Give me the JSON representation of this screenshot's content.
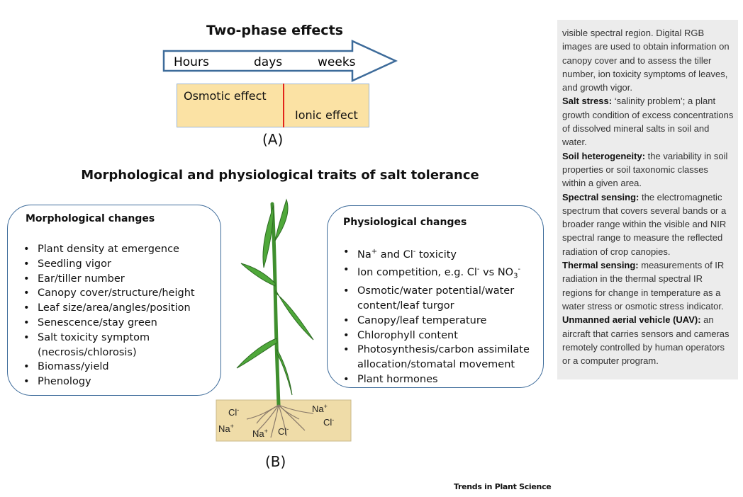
{
  "part_a": {
    "title": "Two-phase effects",
    "timeline": {
      "hours": "Hours",
      "days": "days",
      "weeks": "weeks"
    },
    "osmotic_effect": "Osmotic effect",
    "ionic_effect": "Ionic effect",
    "panel_label": "(A)"
  },
  "part_b": {
    "title": "Morphological and physiological traits of salt tolerance",
    "panel_label": "(B)",
    "morphological": {
      "heading": "Morphological changes",
      "items": [
        "Plant density at emergence",
        "Seedling vigor",
        "Ear/tiller number",
        "Canopy cover/structure/height",
        "Leaf size/area/angles/position",
        "Senescence/stay green",
        "Salt toxicity symptom",
        "(necrosis/chlorosis)",
        "Biomass/yield",
        "Phenology"
      ]
    },
    "physiological": {
      "heading": "Physiological changes",
      "item1": {
        "na": "Na",
        "sup1": "+",
        "mid": " and Cl",
        "sup2": "-",
        "end": " toxicity"
      },
      "item2": {
        "text": "Ion competition, e.g. Cl",
        "sup": "-",
        "vs": " vs NO",
        "sub": "3",
        "sup2": "-"
      },
      "items_rest": [
        "Osmotic/water potential/water",
        "content/leaf turgor",
        "Canopy/leaf temperature",
        "Chlorophyll content",
        "Photosynthesis/carbon assimilate",
        "allocation/stomatal movement",
        "Plant hormones"
      ]
    },
    "soil_ions": {
      "cl": "Cl",
      "na": "Na",
      "minus": "-",
      "plus": "+"
    }
  },
  "glossary": {
    "intro": "visible spectral region. Digital RGB images are used to obtain information on canopy cover and to assess the tiller number, ion toxicity symptoms of leaves, and growth vigor.",
    "entries": [
      {
        "term": "Salt stress:",
        "def": " ‘salinity problem’; a plant growth condition of excess concentrations of dissolved mineral salts in soil and water."
      },
      {
        "term": "Soil heterogeneity:",
        "def": " the variability in soil properties or soil taxonomic classes within a given area."
      },
      {
        "term": "Spectral sensing:",
        "def": " the electromagnetic spectrum that covers several bands or a broader range within the visible and NIR spectral range to measure the reflected radiation of crop canopies."
      },
      {
        "term": "Thermal sensing:",
        "def": " measurements of IR radiation in the thermal spectral IR regions for change in temperature as a water stress or osmotic stress indicator."
      },
      {
        "term": "Unmanned aerial vehicle (UAV):",
        "def": " an aircraft that carries sensors and cameras remotely controlled by human operators or a computer program."
      }
    ]
  },
  "credit": "Trends in Plant Science",
  "colors": {
    "arrow_stroke": "#3d6b9a",
    "phase_fill": "#fbe2a4",
    "divider": "#e2231a",
    "leaf_green": "#4fa83a",
    "soil_fill": "#efdca8",
    "glossary_bg": "#ececec"
  }
}
